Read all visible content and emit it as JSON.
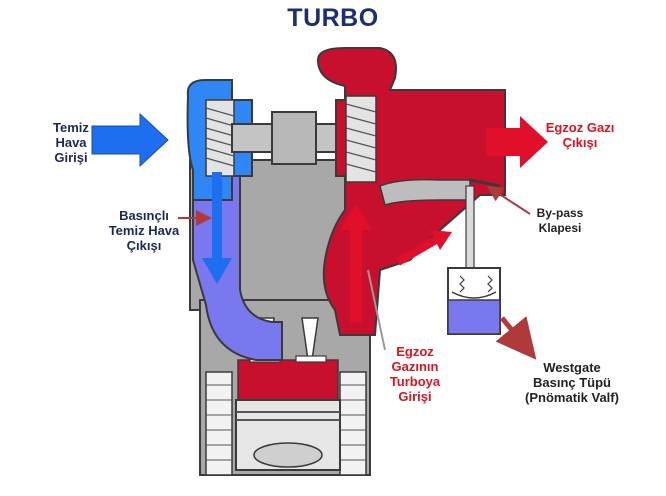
{
  "title": "TURBO",
  "labels": {
    "fresh_air_inlet": "Temiz\nHava\nGirişi",
    "compressed_air_outlet": "Basınçlı\nTemiz Hava\nÇıkışı",
    "exhaust_outlet": "Egzoz Gazı\nÇıkışı",
    "bypass_valve": "By-pass\nKlapesi",
    "exhaust_to_turbo": "Egzoz\nGazının\nTurboya\nGirişi",
    "wastegate": "Westgate\nBasınç Tüpü\n(Pnömatik Valf)"
  },
  "colors": {
    "air": "#1e6ff0",
    "air_compressed": "#7a78ee",
    "exhaust": "#c8102e",
    "housing": "#9a9a9a",
    "outline": "#3a3a3a",
    "title": "#1c2f6e"
  }
}
